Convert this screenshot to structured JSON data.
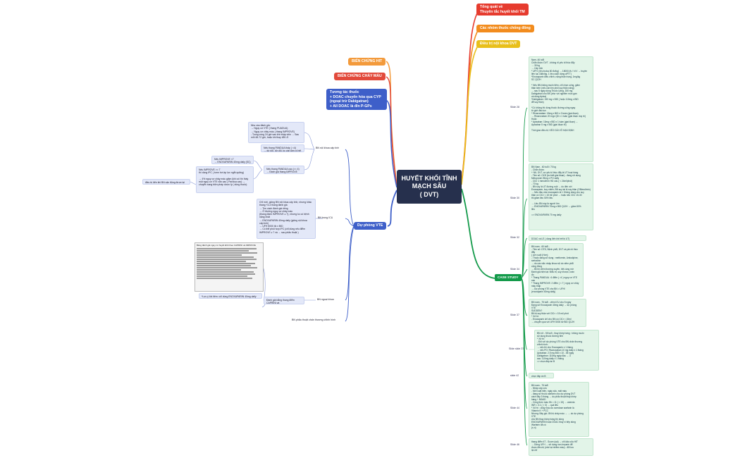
{
  "root": {
    "title": "HUYẾT KHỐI TĨNH MẠCH SÂU\n( DVT)"
  },
  "right_branches": {
    "tong_quat": "Tổng quát về\nThuyên tắc huyết khối TM",
    "cac_nhom": "Các nhóm thuốc chống đông",
    "dieu_tri": "Điều trị nội khoa DVT",
    "case_study": "CASE STUDY"
  },
  "left_branches": {
    "bien_chung_hit": "BIẾN CHỨNG HIT",
    "bien_chung_chay_mau": "BIẾN CHỨNG CHẢY MÁU",
    "tuong_tac": "Tương tác thuốc\n+ DOAC chuyển hóa qua CYP\n(ngoại trừ Dabigatran)\n+ All DOAC là đ/n P-GPs",
    "du_phong": "Dự phòng VTE"
  },
  "du_phong": {
    "noi_khoa_cap_tinh": "BN nội khoa cấp tính",
    "icu": "BN trong ICU",
    "ngoai_khoa": "BN ngoại khoa",
    "phau_thuat_chinh_hinh": "BN phẫu thuật chấn thương chỉnh hình",
    "nhu_cau_box": "Nhu cầu đánh giá:\n→ Nguy cơ VTE ( thang PUADUA)\n→ Nguy cơ chảy máu ( thang IMPROVE)\n- Trong vòng 24 giờ sau khi nhập viện → Sau mỗi 48-72 giờ, hoặc khi thay đổi LS",
    "padua_high": "Nếu thang PANDUA thấp ( <4)\n→ dừ dõi, dừ dõi, ko cần làm gì hết",
    "padua_low": "Nếu thang PANDUA cao (>= 4)\n→ Đánh giá thang IMPROVE",
    "improve_low": "Nếu IMPROVE <7\n→ ENOXAPARIN 40mg daily (SC)",
    "improve_high": "Nếu IMPROVE >= 7\nthì dùng IPC ( bơm hơi áp lực ngắt quãng)\n\n→ 4% nguy cơ chảy máu giảm (khi có/ thì thấy\nmột nguy cơ VTE vẫn cao ( Pandua cao) →\nchuyển sang biện pháp dược lý ( dùng thuốc)",
    "dieu_tri_den": "điều trị đến khi BN vận động được lại",
    "icu_box": "Chỉ mới, giống BN nội khoa cấp tính, nhưng khác\nthang +3-4 thang đánh giá\n→ Tìm cách đánh giá riêng\n→ Ở đường nguy cơ chảy máu\n(thang đánh IMPROVE ≥ 7), nhưng ko có bệnh\nnặng nhất\n→ ENOXAPARIN 40mg daily (giống nội khoa\ncấp tính)\n→ UFH 5000 đv x BID\n→ Có thể phối hợp IPC (chỉ dùng nếu điểm\nIMPROVE ≥ 7 và → sau phẫu thuật )",
    "caprini": "Đánh giá bằng thang điểm CAPRINI và\nIMPROVE",
    "image_caption": "Bảng đánh giá nguy cơ huyết khối theo CAPRINI và IMPROVE",
    "enox_note": "*Lưu ý khi tiêm: chỉ dùng ENOXAPARIN 40mg daily"
  },
  "case_study": {
    "slides": [
      {
        "label": "Slide 28",
        "text": "Nam, 46 tuổi\nChẩn đoán: DVT - không rõ yếu tố thúc đẩy\n→ 30 kg\n→ Cấp tính\n* UFH ( liều bolus 80 đv/kg) → 18000 đv / h IV → truyền liên tục 18đv/kg, 1 liều cách dùng aPTT)\n*Enoxaparin điều chỉnh, nặng thận trọng, 1mg/kg\nSC Q12H\n\n* Nếu BN không muốn tiêm, chỉ chọn uống, giảm\nthận kém (nếu cần tìm phối suy thận nặng)\n→ sau 5 ngày dùng Thuốc Uống, 150 mg\nDabigatran cho BN (như với nghiêm mức gan\nvà dùng Apixa)\n*Dabigatran: 150 mg x BID ( hoặc 110mg x BID\nđể suy thận)\n\n*Có không thì dùng thuốc đường uống ngay\ntừ giới đầu tụn\n* Rivaroxaban: 15mg x BID x 3 tuần (giai đoạn)\n→ Rivaroxaban 20 mgx QD x 1 tuần (giai đoạn duy trì)\nHoặc\n* Apixaban: 10mg x BID x 1 tuần (giai đoạn) →\nApixaban 5 mg x BID (giai đoạn trì)\n\nThời gian điều trị: KÉO DÀI VÔ HẠN ĐỊNH"
      },
      {
        "label": "Slide 30",
        "text": "BN Nam - 60 tuổi / 70 kg\n- Chẩn đoán:\n+ Nữ, DVT, cơ yếu tố thúc đẩy là UT hoại hàng\n- Tiền sử: CKD (ko biết giai đoạn) - đang sử dụng\nMetoprolol 25mg x PO daily\n- ClCr 1 mmol/mm HD cấu ( < 24ml/phút)\n- 70 kg\n- BN suy là UT đường ruột → do đến với\nEnoxaparin, buy nhiên, BN suy tại bị suy thận (OBimol/min)\n→ Nếu đầu của enoxaparin là 1 Không dùng cho suy\nthận có ClCr < 15 ml/ phút → hoặc nếu ClCr 15-30\nthì giảm liều 50% liều\n\n→ Liều BN này là người lớn\n→ ENOXAPARIN 70mg x BID Q12H → giảm 50%\nliều\n\n=> ENOXAPARIN 70 mg daily"
      },
      {
        "label": "Slide 32",
        "text": "DOAC và LE ( dùng đến khi hết bị UT)"
      },
      {
        "label": "Slide 34",
        "text": "BN nam - 60 tuổi -\n- Tiền sử: DTD, Bệnh phổi, DVT và yếu tố thúc đẩy\n( cơn suốt (Hơn)\n- Thuốc đang sử dụng : metformin, Amlodipine,\nsertraline\n→ do các việc nhập khoa nội do viêm phổi\ncộng đồng\n→ BN bị viêm thường xuyên, bệt cùng mờ\nĐánh giá hiện tại: Điều trị, suy nhược, lơán\nđo\n* Thang PANDUA : 6 điểm ( >4 ) nguy cơ VTE\ncao\n* Thang IMPROVE: 2 điểm ( < 7 ) nguy cơ chảy\nmáu thấp\n→ Dự phòng VTE cho BN = UFH/\n(enoxaparin 40mg daily)"
      },
      {
        "label": "Slide 37",
        "text": "BN nam - 75 tuổi - viêm ICU cho 5 ngày\nĐang sử Enoxaparin 40mg daily → dự phòng\nVTE\nSUDDEN?\nBN bị suy thận với ClCr = 15 ml/ phút\n* Xử trí:\n- Enoxaparin chỉ cho BN có ClCr < 15ml\n→ chuyển qua với UFH 5000 đv BID Q12H"
      },
      {
        "label": "Slide slide 37",
        "text": "BN nữ - 55 tuổi - thay khớp háng : không muốn\nsử dụng thuốc đường tĩnh\n* Xử trí:\n- Đối với dự phòng VTE cho BN chấn thương\nchỉnh hình:\n→ nếu thì cho Enoxaparin x 1 tháng\n→ nếu PO: Rivaroxaban 10 mg daily x 1 tháng\n           Apixaban: 2.5 mg BID x 10 - 35 ngày\n           Dabigatran: 110mg ngày đầu → 3\nsau: 110mg daily x 1 tháng\n=> chọn đáp án B"
      },
      {
        "label": "slide 42",
        "text": "chọn đáp án B"
      },
      {
        "label": "Slide 44",
        "text": "BN nam - 75 tuổi\n- Nhập cấp cứu\n- Mới xuất hiện, ngày xấu, mất máu\n- đang sử thuốc warfarin cho dự phòng DVT\ncách đây 3 tháng → do phẫu thuật thay khớp\nháng + NSAID\n- Công thức máu Hb = 11 ( < 15) → anemia\nINR = 3.1 ( > 3) → quá liều\n* Xử trí : chảy máu do overdose warfarin là\nVitamin K + PCC\nNhưng: Bây giờ, BN bị chảy máu → → do dự phòng VTE\ncho BN thay khớp háng thì dùng\nENOXAPARIN hoặc DOAC thay vì tiếp dùng\nWarfarin đã có\n(x-n)"
      },
      {
        "label": "Slide 46",
        "text": "thang điểm 4T - Score (sai) → chỉ dấu của HIT\n→ Dừng UFH → sử dụng non-heparin để\nđược điều trị (nhớ lại nhiễm máu) - đổi lưu\nlại chỉ"
      }
    ]
  },
  "colors": {
    "root": "#26304d",
    "tong_quat": "#e63b2e",
    "cac_nhom": "#f28c1e",
    "dieu_tri": "#e8bf1a",
    "case": "#139a4a",
    "bien_chung_hit": "#f39a3b",
    "bien_chung_chay_mau": "#e24a3b",
    "blue": "#3e5fc9"
  }
}
